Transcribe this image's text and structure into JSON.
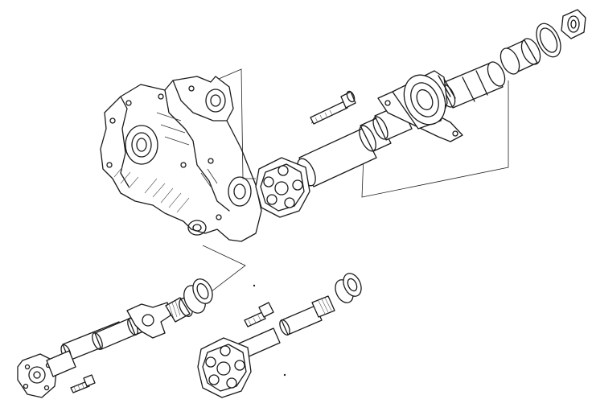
{
  "diagram": {
    "colors": {
      "line": "#1a1a1a",
      "background": "#ffffff"
    },
    "parts": [
      "transfer-case",
      "front-propeller-shaft",
      "rear-propeller-shaft",
      "flex-disc",
      "center-support-bearing",
      "bolt",
      "sealing-ring",
      "collar-nut",
      "constant-velocity-joint",
      "universal-joint"
    ]
  }
}
